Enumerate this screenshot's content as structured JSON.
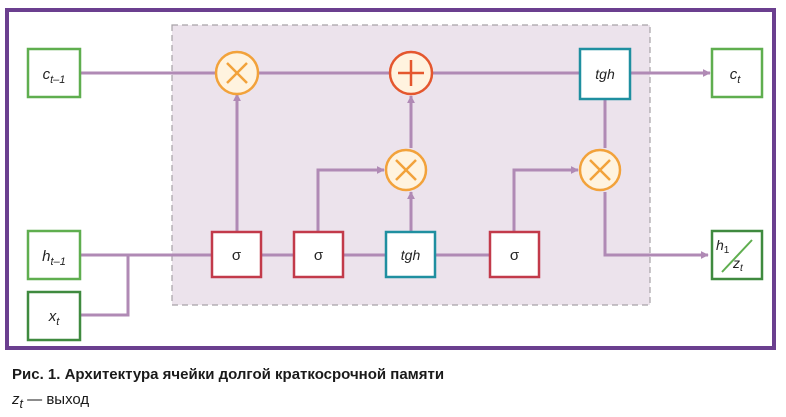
{
  "diagram": {
    "inputs": {
      "c_prev": {
        "base": "c",
        "sub": "t–1"
      },
      "h_prev": {
        "base": "h",
        "sub": "t–1"
      },
      "x": {
        "base": "x",
        "sub": "t"
      }
    },
    "outputs": {
      "c": {
        "base": "c",
        "sub": "t"
      },
      "h": {
        "base": "h",
        "sub": "1"
      },
      "z": {
        "base": "z",
        "sub": "t"
      }
    },
    "gates": {
      "sigma_1": "σ",
      "sigma_2": "σ",
      "tgh_mid": "tgh",
      "sigma_3": "σ",
      "tgh_top": "tgh"
    },
    "colors": {
      "frame": "#6b3f8f",
      "cell_background": "#ece3ec",
      "cell_border": "#a7a2a7",
      "line": "#b08ab5",
      "io_box": "#5fae4f",
      "x_box": "#3f8a3f",
      "sigma_box": "#c23a4a",
      "tgh_box": "#1f8fa0",
      "multiply": "#f2a23b",
      "add": "#e4572e",
      "op_fill": "#fff3df"
    }
  },
  "caption": {
    "title": "Рис. 1. Архитектура ячейки долгой краткосрочной памяти",
    "note_var": "z",
    "note_sub": "t",
    "note_text": " — выход"
  }
}
